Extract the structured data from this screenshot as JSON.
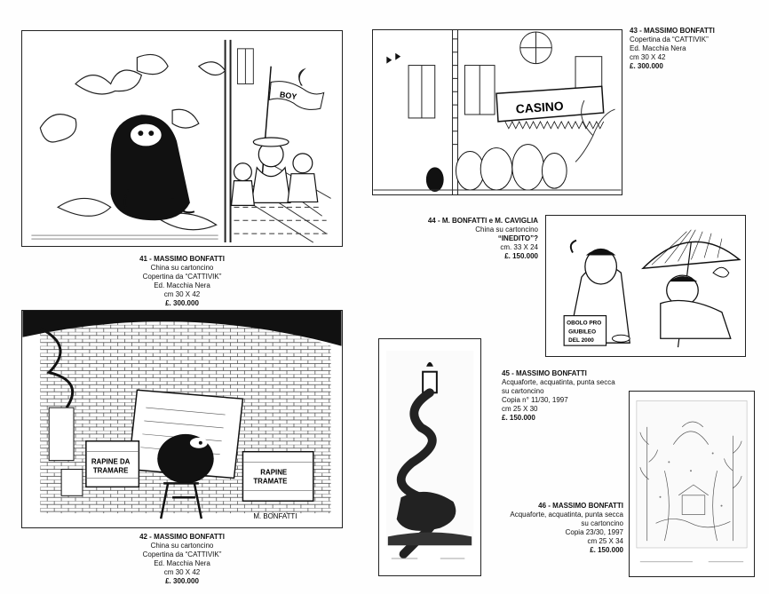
{
  "lots": [
    {
      "title": "41 - MASSIMO BONFATTI",
      "lines": [
        "China su cartoncino",
        "Copertina da “CATTIVIK”",
        "Ed. Macchia Nera",
        "cm 30 X 42"
      ],
      "price": "£. 300.000"
    },
    {
      "title": "42 - MASSIMO BONFATTI",
      "lines": [
        "China su cartoncino",
        "Copertina da “CATTIVIK”",
        "Ed. Macchia Nera",
        "cm 30 X 42"
      ],
      "price": "£. 300.000"
    },
    {
      "title": "43 - MASSIMO BONFATTI",
      "lines": [
        "Copertina da “CATTIVIK”",
        "Ed. Macchia Nera",
        "cm 30 X 42"
      ],
      "price": "£. 300.000"
    },
    {
      "title": "44 - M. BONFATTI e M. CAVIGLIA",
      "lines": [
        "China su cartoncino",
        "“INEDITO”?",
        "cm. 33 X 24"
      ],
      "price": "£. 150.000"
    },
    {
      "title": "45 - MASSIMO BONFATTI",
      "lines": [
        "Acquaforte, acquatinta, punta secca",
        "su cartoncino",
        "Copia n° 11/30, 1997",
        "cm 25 X 30"
      ],
      "price": "£. 150.000"
    },
    {
      "title": "46 - MASSIMO BONFATTI",
      "lines": [
        "Acquaforte, acquatinta, punta secca",
        "su cartoncino",
        "Copia 23/30, 1997",
        "cm 25 X 34"
      ],
      "price": "£. 150.000"
    }
  ],
  "artwork_text": {
    "flag": "BOY",
    "casino_sign": "CASINO",
    "sign_44": [
      "OBOLO PRO",
      "GIUBILEO",
      "DEL 2000"
    ],
    "crate_left": [
      "RAPINE DA",
      "TRAMARE"
    ],
    "crate_right": [
      "RAPINE",
      "TRAMATE"
    ],
    "signature_42": "M. BONFATTI"
  }
}
